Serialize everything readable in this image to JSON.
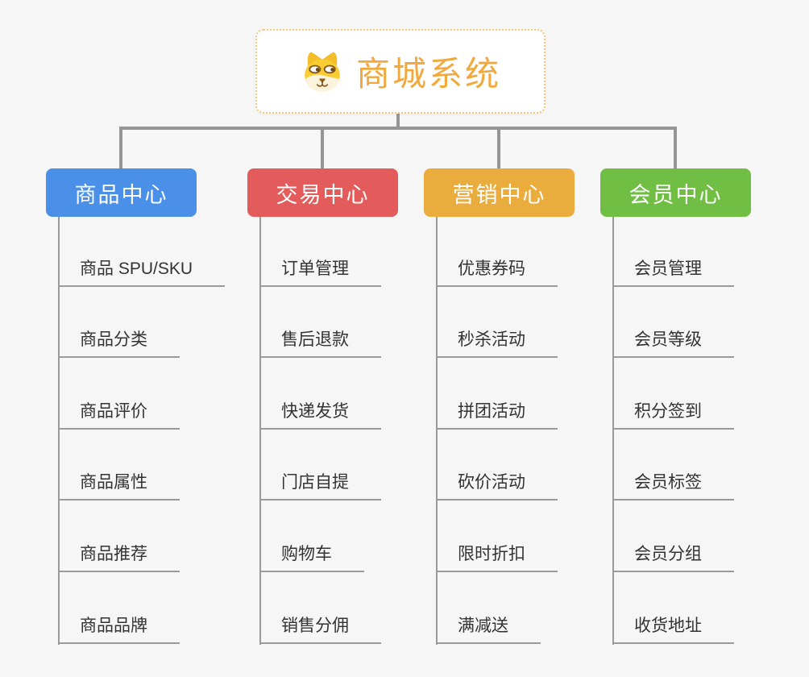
{
  "root": {
    "title": "商城系统",
    "icon": "shiba-dog-icon"
  },
  "colors": {
    "background": "#F6F6F6",
    "connector_line": "#959595",
    "leaf_line": "#9A9A9A",
    "leaf_text": "#333333",
    "root_text": "#F1A93E",
    "root_border": "#F5C678"
  },
  "branches": [
    {
      "label": "商品中心",
      "color": "#4A90E8",
      "items": [
        "商品 SPU/SKU",
        "商品分类",
        "商品评价",
        "商品属性",
        "商品推荐",
        "商品品牌"
      ]
    },
    {
      "label": "交易中心",
      "color": "#E45B5B",
      "items": [
        "订单管理",
        "售后退款",
        "快递发货",
        "门店自提",
        "购物车",
        "销售分佣"
      ]
    },
    {
      "label": "营销中心",
      "color": "#EBAC3E",
      "items": [
        "优惠券码",
        "秒杀活动",
        "拼团活动",
        "砍价活动",
        "限时折扣",
        "满减送"
      ]
    },
    {
      "label": "会员中心",
      "color": "#70BE43",
      "items": [
        "会员管理",
        "会员等级",
        "积分签到",
        "会员标签",
        "会员分组",
        "收货地址"
      ]
    }
  ]
}
